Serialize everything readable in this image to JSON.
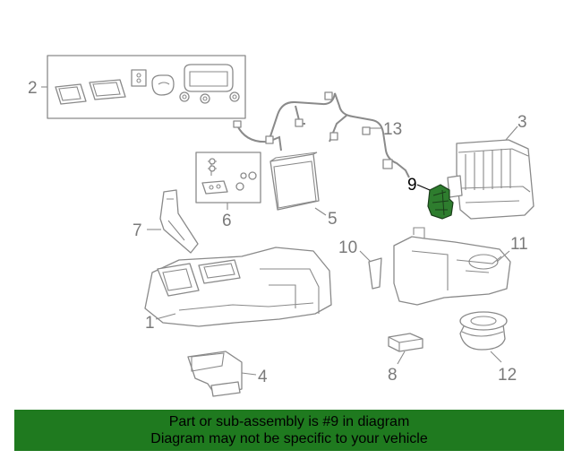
{
  "callouts": {
    "c1": "1",
    "c2": "2",
    "c3": "3",
    "c4": "4",
    "c5": "5",
    "c6": "6",
    "c7": "7",
    "c8": "8",
    "c9": "9",
    "c10": "10",
    "c11": "11",
    "c12": "12",
    "c13": "13"
  },
  "colors": {
    "highlight_part": "#2e7d2e",
    "banner_bg": "#1f7a1f",
    "line_art": "#8a8a8a"
  },
  "banner": {
    "line1": "Part or sub-assembly is #9 in diagram",
    "line2": "Diagram may not be specific to your vehicle"
  }
}
